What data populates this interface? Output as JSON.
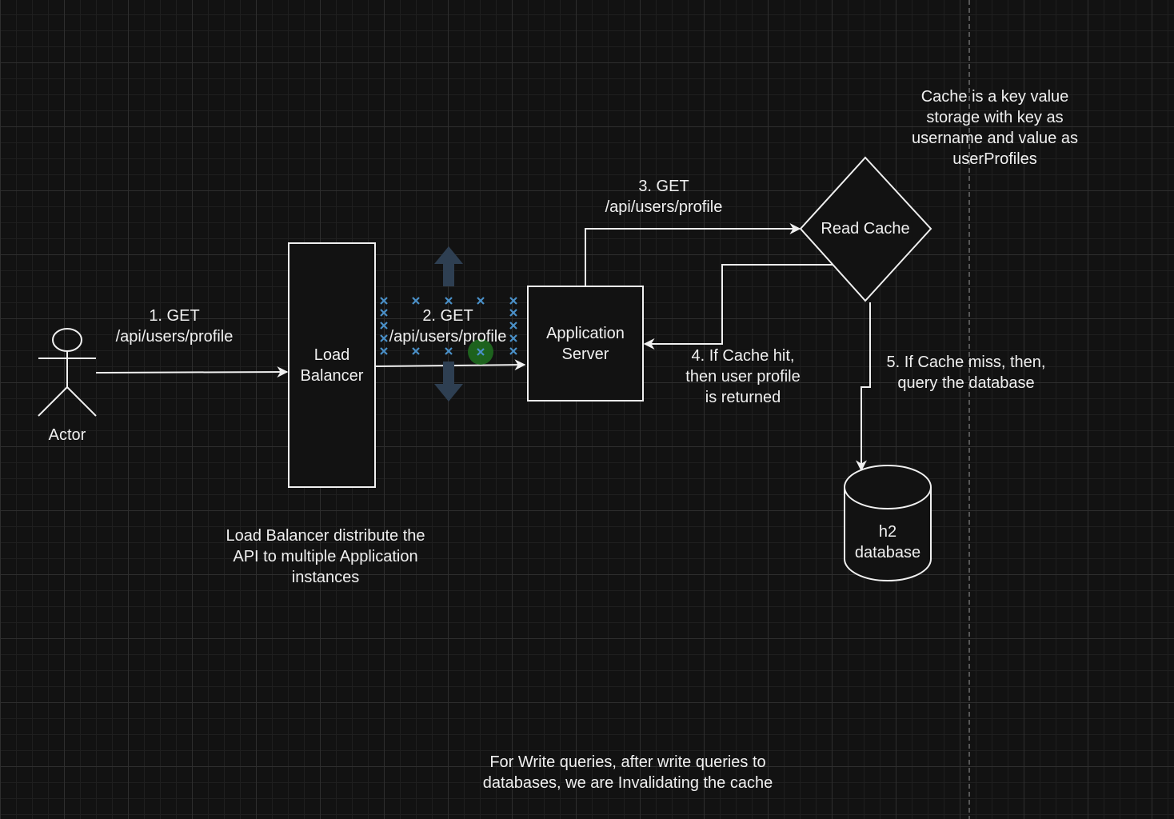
{
  "nodes": {
    "actor": "Actor",
    "load_balancer": "Load\nBalancer",
    "app_server": "Application\nServer",
    "read_cache": "Read Cache",
    "database": "h2\ndatabase"
  },
  "edges": {
    "step1": "1. GET\n/api/users/profile",
    "step2": "2. GET\n/api/users/profile",
    "step3": "3. GET\n/api/users/profile",
    "step4": "4. If Cache hit,\nthen user profile\nis returned",
    "step5": "5. If Cache miss, then,\nquery the database"
  },
  "notes": {
    "cache_note": "Cache is a key value\nstorage with key as\nusername and value as\nuserProfiles",
    "lb_note": "Load Balancer distribute the\nAPI to multiple Application\ninstances",
    "write_note": "For Write queries, after write queries to\ndatabases, we are Invalidating the cache"
  },
  "colors": {
    "background": "#121212",
    "stroke": "#f0f0f0",
    "selection_handle": "#4a90c8",
    "hover_point": "#1f6b1f"
  }
}
